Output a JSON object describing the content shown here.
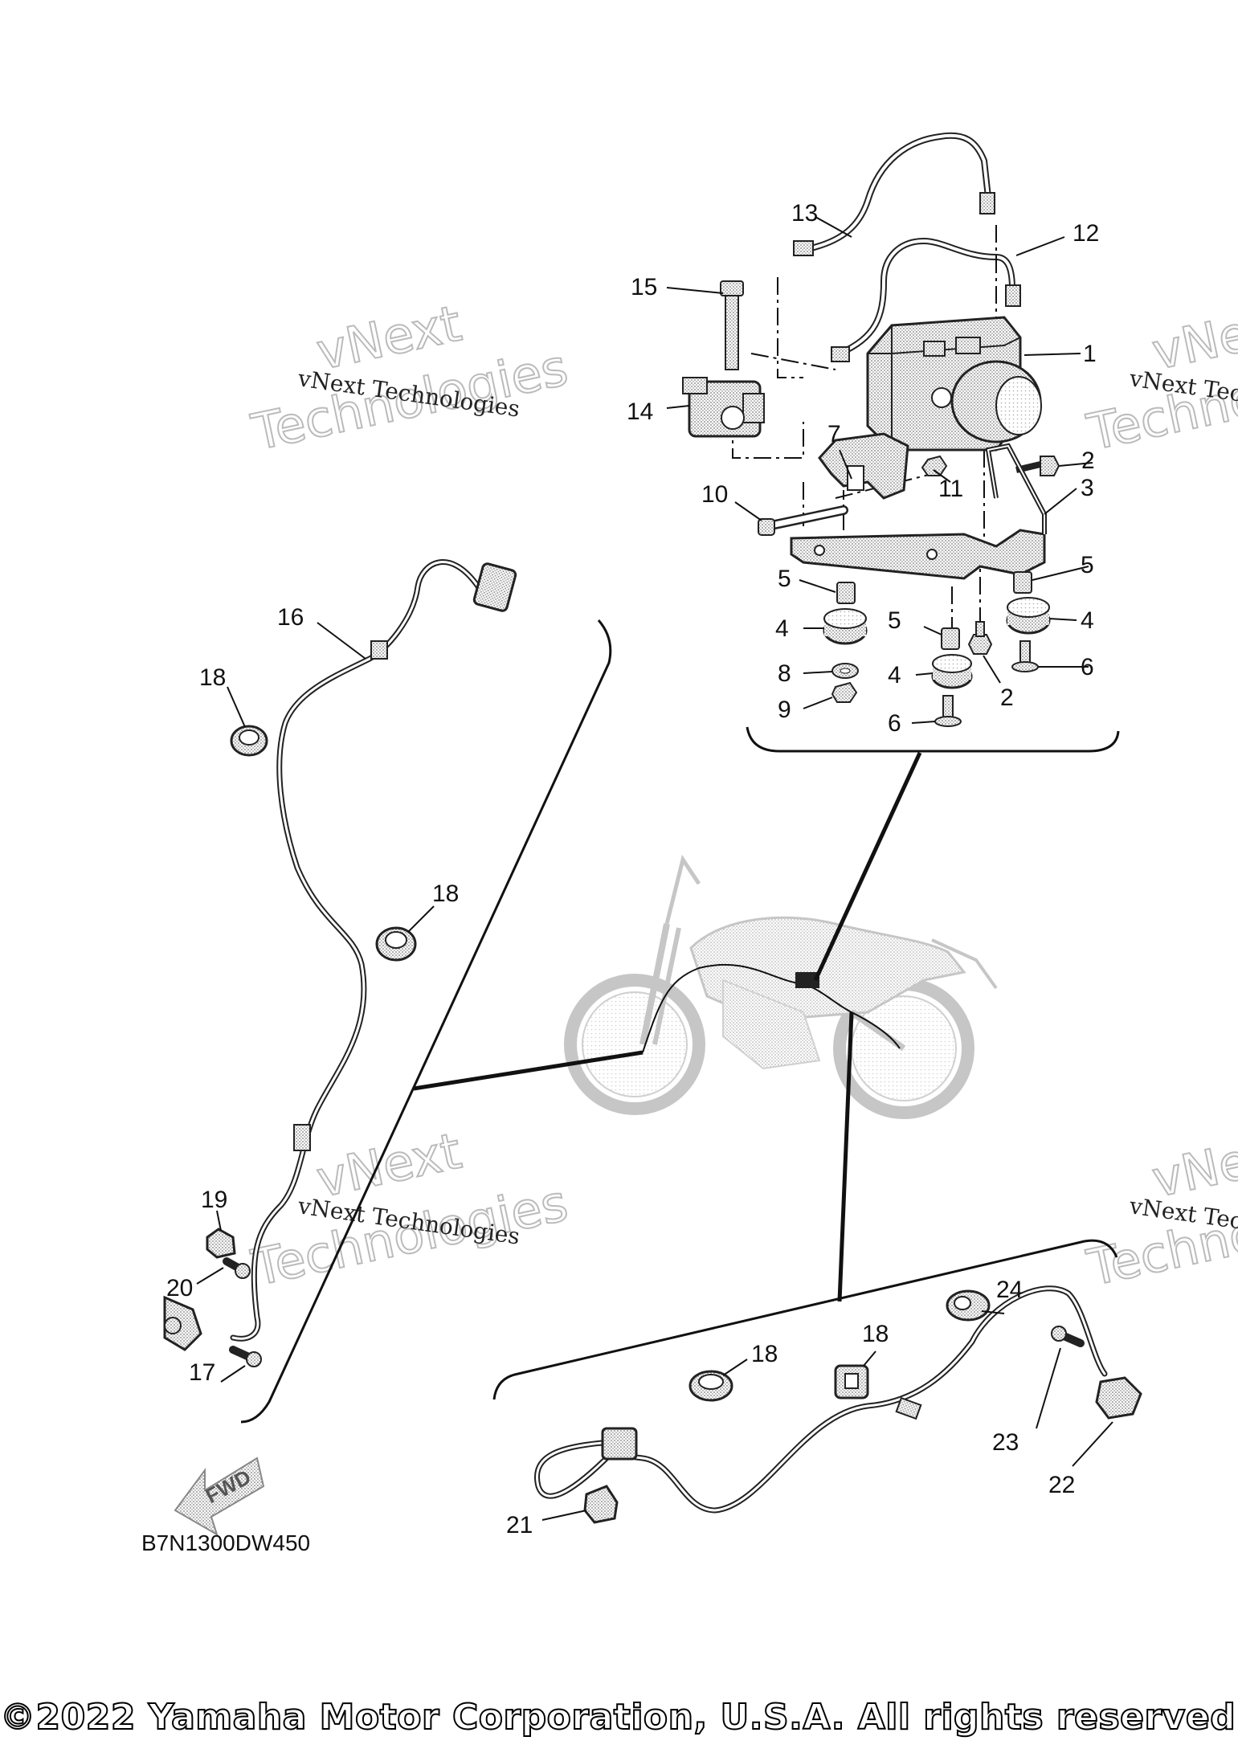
{
  "diagram": {
    "diagram_code": "B7N1300DW450",
    "fwd_label": "FWD",
    "copyright": "©2022 Yamaha Motor Corporation, U.S.A. All rights reserved.",
    "watermark": {
      "line1": "vNext Technologies",
      "line2": "vNext",
      "line3": "Technologies"
    },
    "callouts": {
      "c1": "1",
      "c2a": "2",
      "c2b": "2",
      "c3": "3",
      "c4a": "4",
      "c4b": "4",
      "c4c": "4",
      "c5a": "5",
      "c5b": "5",
      "c5c": "5",
      "c6a": "6",
      "c6b": "6",
      "c7": "7",
      "c8": "8",
      "c9": "9",
      "c10": "10",
      "c11": "11",
      "c12": "12",
      "c13": "13",
      "c14": "14",
      "c15": "15",
      "c16": "16",
      "c17": "17",
      "c18a": "18",
      "c18b": "18",
      "c18c": "18",
      "c18d": "18",
      "c19": "19",
      "c20": "20",
      "c21": "21",
      "c22": "22",
      "c23": "23",
      "c24": "24"
    }
  }
}
